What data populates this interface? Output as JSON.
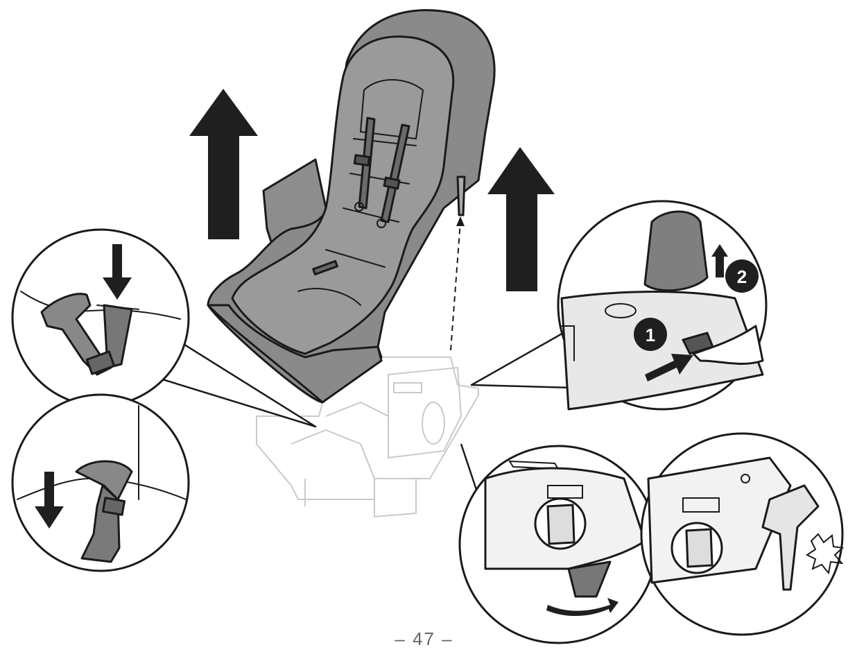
{
  "page": {
    "number_label": "– 47 –"
  },
  "steps": [
    {
      "number": "1"
    },
    {
      "number": "2"
    }
  ]
}
